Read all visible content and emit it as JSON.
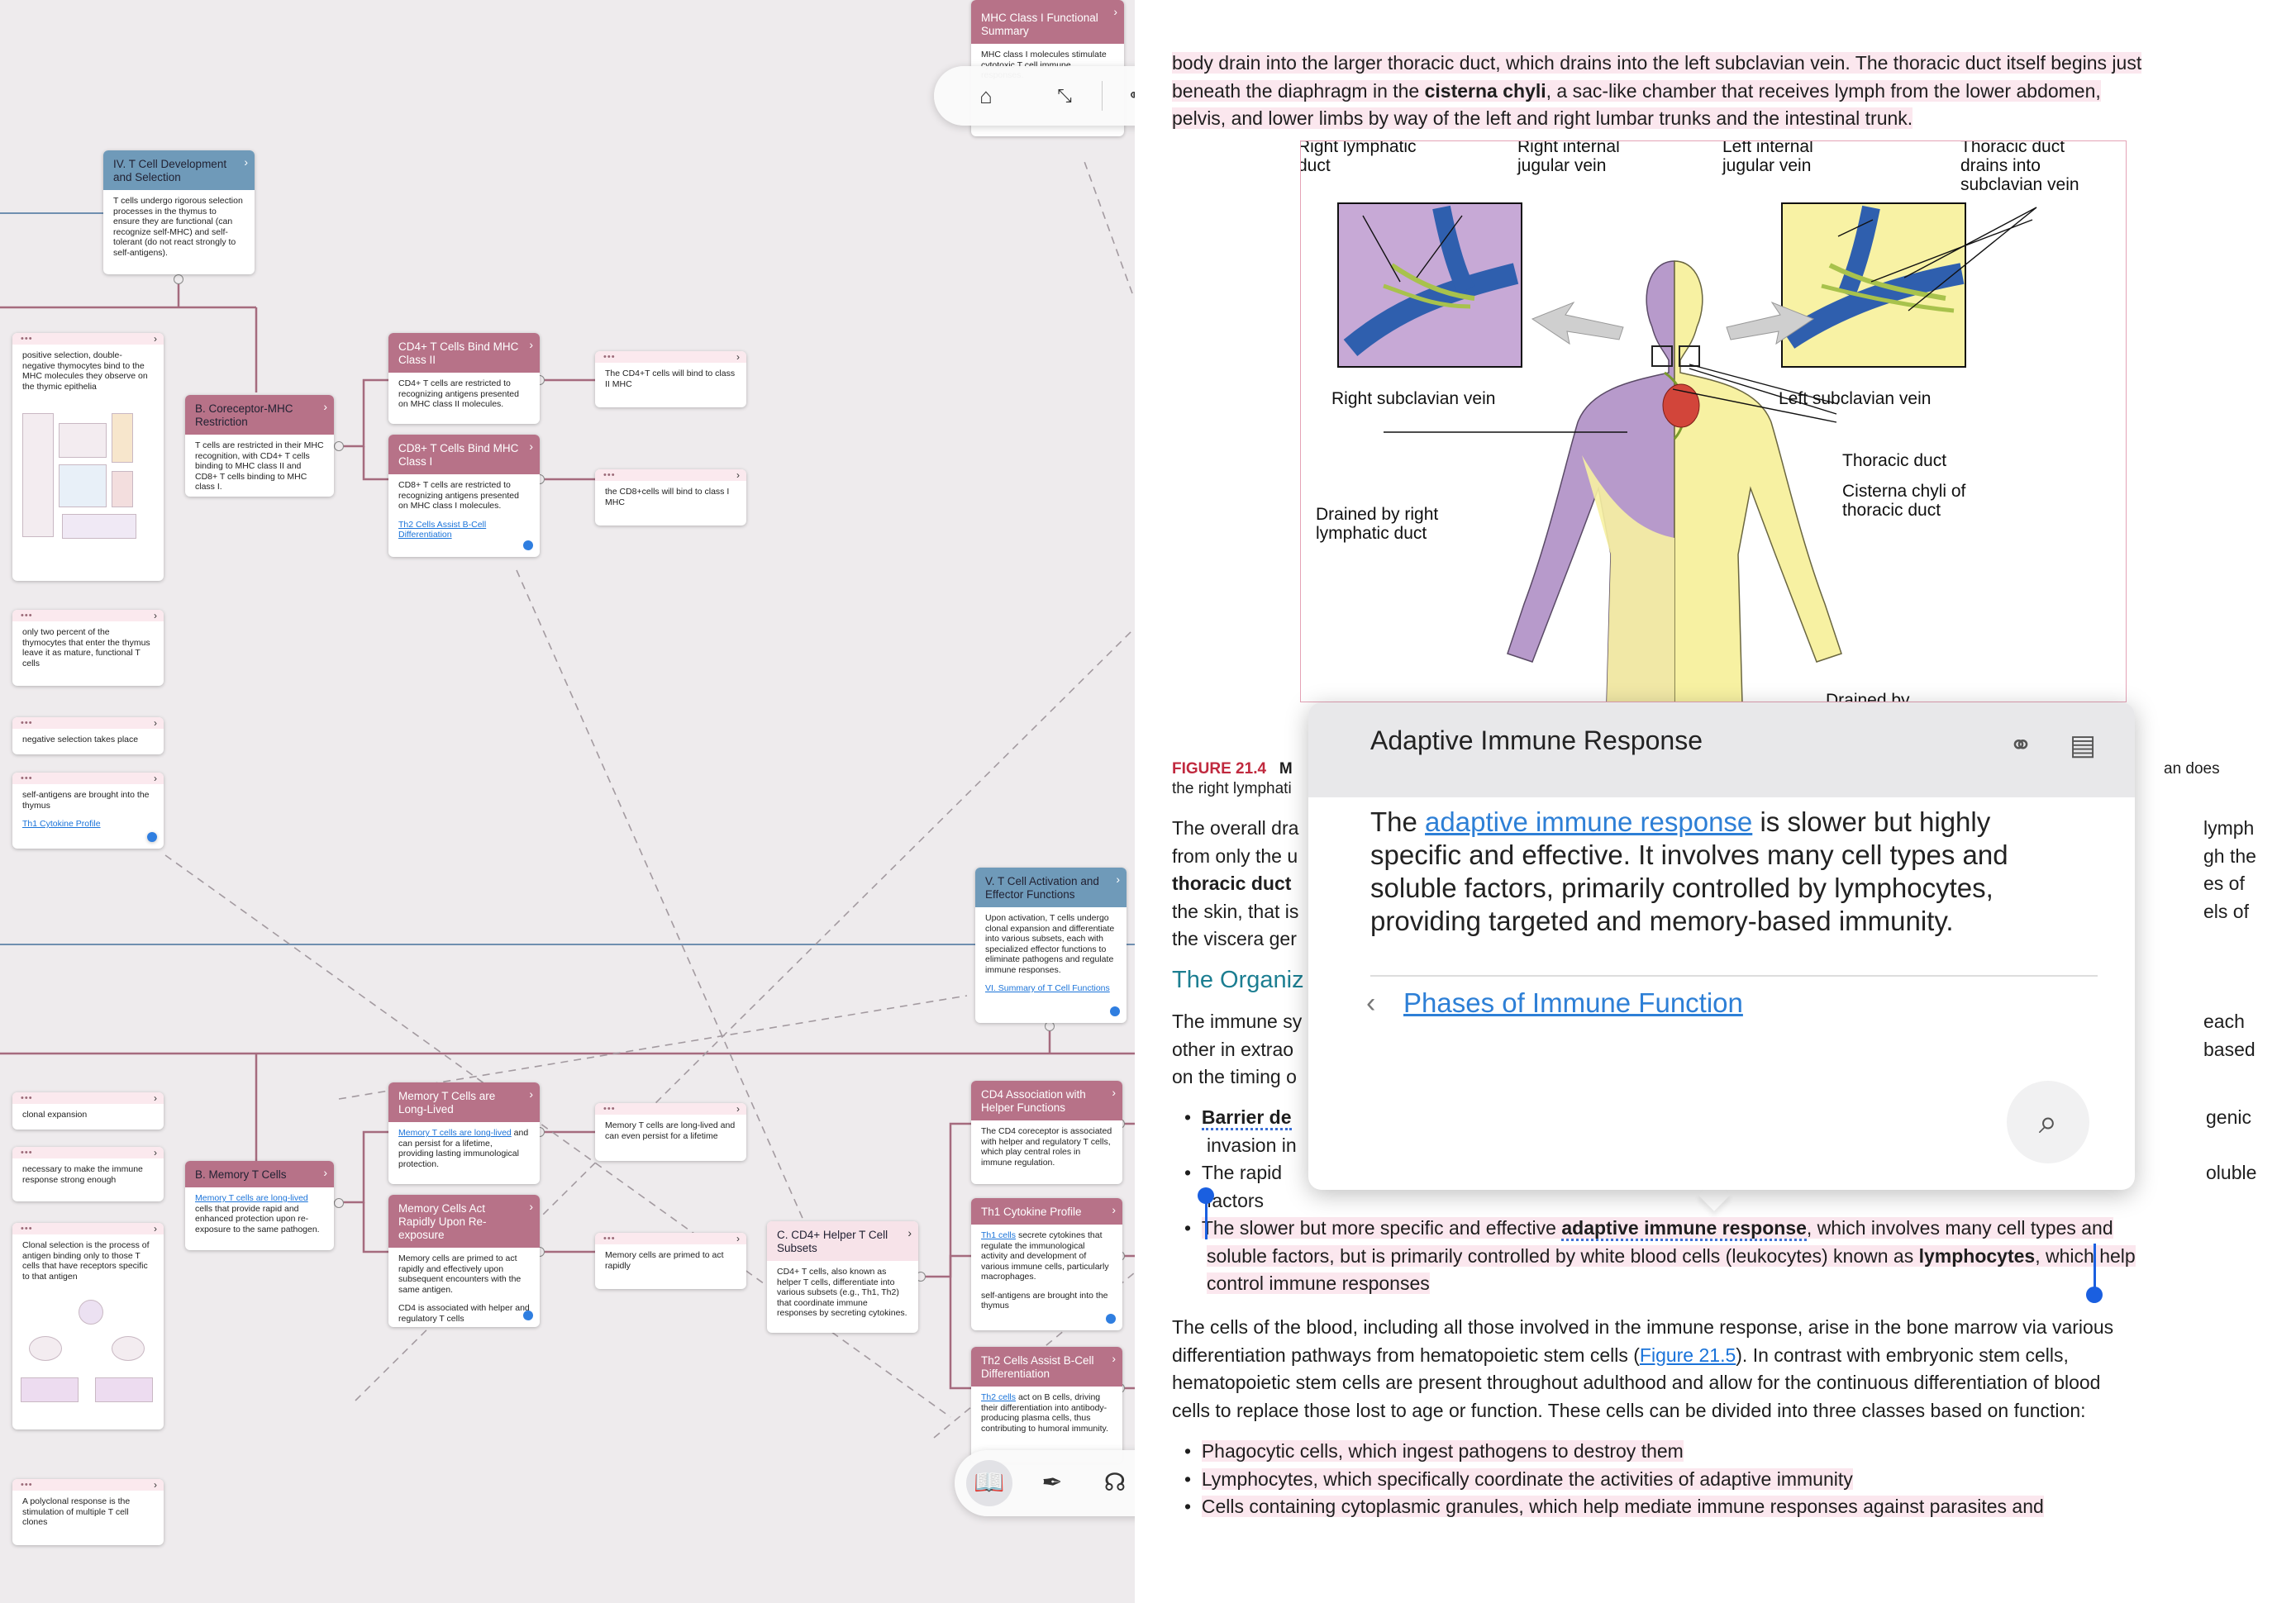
{
  "mindmap": {
    "cards": {
      "tcell_dev": {
        "title": "IV. T Cell Development and Selection",
        "body": "T cells undergo rigorous selection processes in the thymus to ensure they are functional (can recognize self-MHC) and self-tolerant (do not react strongly to self-antigens)."
      },
      "mhc_summary": {
        "title": "MHC Class I Functional Summary",
        "body": "MHC class I molecules stimulate cytotoxic T cell immune responses."
      },
      "coreceptor": {
        "title": "B. Coreceptor-MHC Restriction",
        "body": "T cells are restricted in their MHC recognition, with CD4+ T cells binding to MHC class II and CD8+ T cells binding to MHC class I."
      },
      "cd4_mhc2": {
        "title": "CD4+ T Cells Bind MHC Class II",
        "body": "CD4+ T cells are restricted to recognizing antigens presented on MHC class II molecules."
      },
      "cd8_mhc1": {
        "title": "CD8+ T Cells Bind MHC Class I",
        "body": "CD8+ T cells are restricted to recognizing antigens presented on MHC class I molecules.",
        "link": "Th2 Cells Assist B-Cell Differentiation"
      },
      "activation": {
        "title": "V. T Cell Activation and Effector Functions",
        "body": "Upon activation, T cells undergo clonal expansion and differentiate into various subsets, each with specialized effector functions to eliminate pathogens and regulate immune responses.",
        "link": "VI. Summary of T Cell Functions"
      },
      "memory_long": {
        "title": "Memory T Cells are Long-Lived",
        "link": "Memory T cells are long-lived",
        "body": "and can persist for a lifetime, providing lasting immunological protection."
      },
      "memory_act": {
        "title": "Memory Cells Act Rapidly Upon Re-exposure",
        "body": "Memory cells are primed to act rapidly and effectively upon subsequent encounters with the same antigen.",
        "body2": "CD4 is associated with helper and regulatory T cells"
      },
      "memory_t": {
        "title": "B. Memory T Cells",
        "link": "Memory T cells are long-lived",
        "body": "cells that provide rapid and enhanced protection upon re-exposure to the same pathogen."
      },
      "helper": {
        "title": "C. CD4+ Helper T Cell Subsets",
        "body": "CD4+ T cells, also known as helper T cells, differentiate into various subsets (e.g., Th1, Th2) that coordinate immune responses by secreting cytokines."
      },
      "cd4_assoc": {
        "title": "CD4 Association with Helper Functions",
        "body": "The CD4 coreceptor is associated with helper and regulatory T cells, which play central roles in immune regulation."
      },
      "th1": {
        "title": "Th1 Cytokine Profile",
        "link": "Th1 cells",
        "body": "secrete cytokines that regulate the immunological activity and development of various immune cells, particularly macrophages.",
        "body2": "self-antigens are brought into the thymus"
      },
      "th2": {
        "title": "Th2 Cells Assist B-Cell Differentiation",
        "link": "Th2 cells",
        "body": "act on B cells, driving their differentiation into antibody-producing plasma cells, thus contributing to humoral immunity."
      }
    },
    "notes": {
      "positive": "positive selection, double-negative thymocytes bind to the MHC molecules they observe on the thymic epithelia",
      "two_percent": "only two percent of the thymocytes that enter the thymus leave it as mature, functional T cells",
      "negative": "negative selection takes place",
      "self_antigens": "self-antigens are brought into the thymus",
      "self_antigens_link": "Th1 Cytokine Profile",
      "cd4_note": "The CD4+T cells will bind to class II MHC",
      "cd8_note": "the CD8+cells will bind to class I MHC",
      "clonal": "clonal expansion",
      "necessary": "necessary to make the immune response strong enough",
      "clonal_sel": "Clonal selection is the process of antigen binding only to those T cells that have receptors specific to that antigen",
      "polyclonal": "A polyclonal response is the stimulation of multiple T cell clones",
      "mem_note": "Memory T cells are long-lived and can even persist for a lifetime",
      "primed_note": "Memory cells are primed to act rapidly"
    }
  },
  "toolbar_top": {
    "home_icon": "home-icon",
    "collapse_icon": "collapse-icon",
    "map_icon": "mindmap-icon",
    "doc_icon": "document-icon",
    "search_icon": "search-icon"
  },
  "toolbar_bottom": {
    "book_icon": "book-icon",
    "pen_icon": "pen-icon",
    "brain_icon": "brain-icon",
    "contrast_icon": "contrast-icon",
    "ai_icon": "ai-icon"
  },
  "reader": {
    "para1_a": "body drain into the larger thoracic duct, which drains into the left subclavian vein. The thoracic duct itself begins just",
    "para1_b_pre": "beneath the diaphragm in the ",
    "para1_b_bold": "cisterna chyli",
    "para1_b_post": ", a sac-like chamber that receives lymph from the lower abdomen,",
    "para1_c": "pelvis, and lower limbs by way of the left and right lumbar trunks and the intestinal trunk.",
    "figure": {
      "right_lymphatic": "Right lymphatic\nduct",
      "right_internal": "Right internal\njugular vein",
      "left_internal": "Left internal\njugular vein",
      "thoracic_drains": "Thoracic duct\ndrains into\nsubclavian vein",
      "right_subclavian": "Right subclavian vein",
      "left_subclavian": "Left subclavian vein",
      "thoracic_duct": "Thoracic duct",
      "cisterna": "Cisterna chyli of\nthoracic duct",
      "drained_right": "Drained by right\nlymphatic duct",
      "drained_by": "Drained by"
    },
    "caption_fig": "FIGURE 21.4",
    "caption_text": "M",
    "caption_right": "an does",
    "caption_line2": "the right lymphati",
    "overall_1": "The overall dra",
    "overall_1r": "lymph",
    "overall_2": "from only the u",
    "overall_2r": "gh the",
    "overall_3_bold": "thoracic duct",
    "overall_3r": "es of",
    "overall_4": "the skin, that is",
    "overall_4r": "els of",
    "overall_5": "the viscera ger",
    "section_heading": "The Organiz",
    "immune_1": "The immune sy",
    "immune_1r": "each",
    "immune_2": "other in extrao",
    "immune_2r": "based",
    "immune_3": "on the timing o",
    "bullet1_bold": "Barrier de",
    "bullet1_r": "genic",
    "bullet1_2": "invasion in",
    "bullet2": "The rapid",
    "bullet2_r": "oluble",
    "bullet2_2": "factors",
    "bullet3_pre": "The slower but more specific and effective ",
    "bullet3_bold": "adaptive immune response",
    "bullet3_post": ", which involves many cell types and",
    "bullet3_2pre": "soluble factors, but is primarily controlled by white blood cells (leukocytes) known as ",
    "bullet3_2bold": "lymphocytes",
    "bullet3_2post": ", which help",
    "bullet3_3": "control immune responses",
    "blood_1": "The cells of the blood, including all those involved in the immune response, arise in the bone marrow via various",
    "blood_2pre": "differentiation pathways from hematopoietic stem cells (",
    "blood_2link": "Figure 21.5",
    "blood_2post": "). In contrast with embryonic stem cells,",
    "blood_3": "hematopoietic stem cells are present throughout adulthood and allow for the continuous differentiation of blood",
    "blood_4": "cells to replace those lost to age or function. These cells can be divided into three classes based on function:",
    "list_1": "Phagocytic cells, which ingest pathogens to destroy them",
    "list_2": "Lymphocytes, which specifically coordinate the activities of adaptive immunity",
    "list_3": "Cells containing cytoplasmic granules, which help mediate immune responses against parasites and"
  },
  "popup": {
    "title": "Adaptive Immune Response",
    "body_pre": "The ",
    "body_link": "adaptive immune response",
    "body_post": " is slower but highly specific and effective. It involves many cell types and soluble factors, primarily controlled by lymphocytes, providing targeted and memory-based immunity.",
    "back_link": "Phases of Immune Function",
    "mindmap_icon": "mindmap-icon",
    "notes_icon": "notes-icon",
    "search_icon": "search-icon"
  }
}
